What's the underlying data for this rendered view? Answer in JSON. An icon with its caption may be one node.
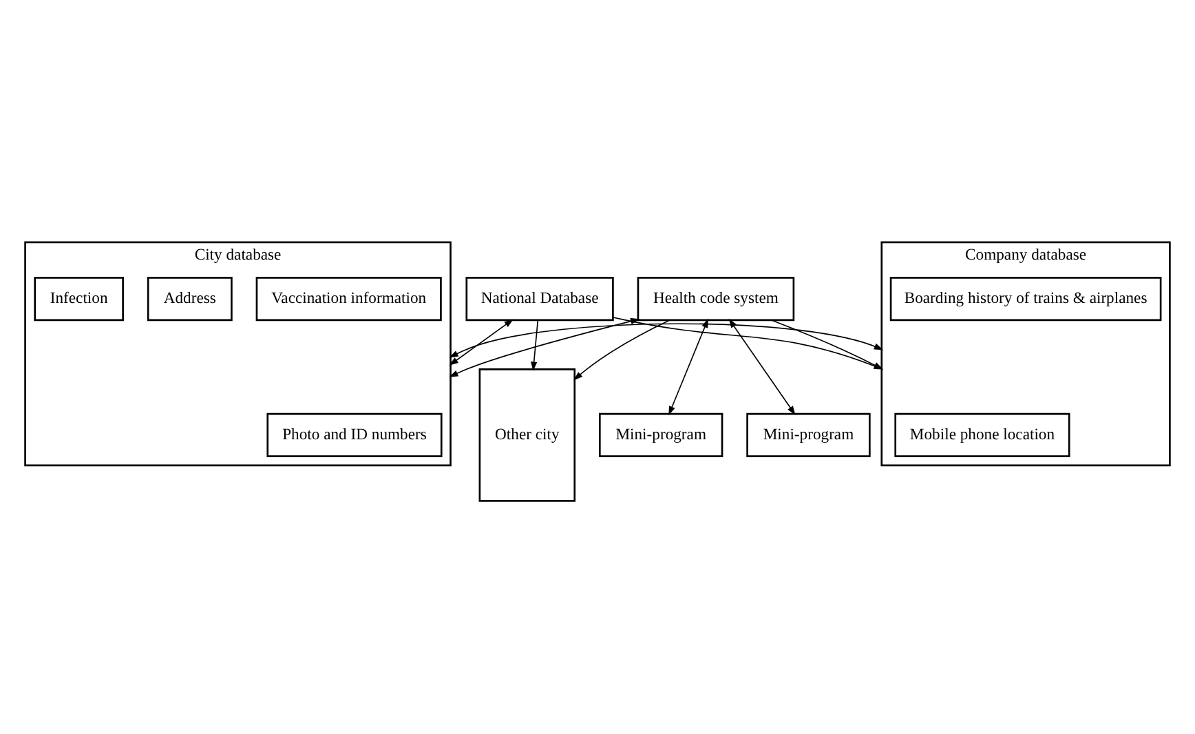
{
  "diagram": {
    "nodes": [
      {
        "text": [
          "National Database"
        ]
      },
      {
        "text": [
          "Other city"
        ]
      },
      {
        "text": [
          "City database"
        ]
      },
      {
        "text": [
          "Photo and ID numbers"
        ],
        "in": 2
      },
      {
        "text": [
          "Vaccination information"
        ],
        "in": 2
      },
      {
        "text": [
          "Address"
        ],
        "in": 2
      },
      {
        "text": [
          "Infection"
        ],
        "in": 2
      },
      {
        "text": [
          "Company database"
        ]
      },
      {
        "text": [
          "Mobile phone location"
        ],
        "in": 7
      },
      {
        "text": [
          "Boarding history of trains & airplanes"
        ],
        "in": 7
      },
      {
        "text": [
          "Health code system"
        ]
      },
      {
        "text": [
          "Mini-program"
        ]
      },
      {
        "text": [
          "Mini-program"
        ]
      }
    ],
    "edges": [
      {
        "from": 0,
        "to": 2,
        "arrow": "both"
      },
      {
        "from": 0,
        "to": 1,
        "arrow": "to"
      },
      {
        "from": 0,
        "to": 7,
        "arrow": "to"
      },
      {
        "from": 2,
        "to": 7,
        "arrow": "both"
      },
      {
        "from": 10,
        "to": 2,
        "arrow": "both"
      },
      {
        "from": 10,
        "to": 1,
        "arrow": "to"
      },
      {
        "from": 10,
        "to": 7,
        "arrow": "to"
      },
      {
        "from": 10,
        "to": 11,
        "arrow": "both"
      },
      {
        "from": 10,
        "to": 12,
        "arrow": "both"
      }
    ]
  }
}
